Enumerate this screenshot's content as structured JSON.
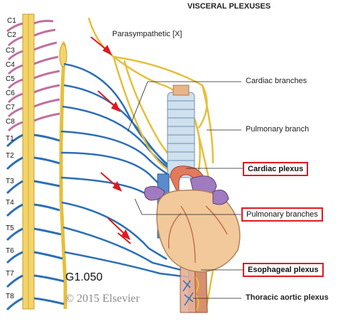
{
  "title": "VISCERAL PLEXUSES",
  "segments": [
    "C1",
    "C2",
    "C3",
    "C4",
    "C5",
    "C6",
    "C7",
    "C8",
    "T1",
    "T2",
    "T3",
    "T4",
    "T5",
    "T6",
    "T7",
    "T8"
  ],
  "labels": {
    "parasympathetic": "Parasympathetic [X]",
    "cardiac_branches": "Cardiac branches",
    "pulmonary_branch": "Pulmonary branch",
    "thoracic_aortic_plexus": "Thoracic aortic plexus"
  },
  "boxed_labels": {
    "cardiac_plexus": "Cardiac plexus",
    "pulmonary_branches": "Pulmonary branches",
    "esophageal_plexus": "Esophageal plexus"
  },
  "figure_id": "G1.050",
  "copyright": "© 2015 Elsevier",
  "colors": {
    "cervical_nerve": "#c0709f",
    "thoracic_nerve": "#2c6fb5",
    "vagus": "#e6bf3a",
    "spinal_cord": "#f2d56a",
    "arrow": "#e0191f",
    "highlight_box": "#e0191f"
  }
}
